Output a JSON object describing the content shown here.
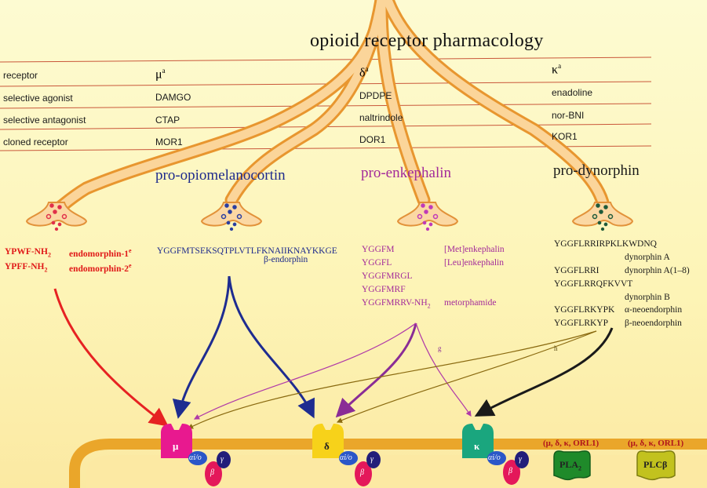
{
  "title": "opioid receptor pharmacology",
  "table": {
    "footnote_a": "a",
    "rows": [
      {
        "label": "receptor",
        "mu": "μ",
        "delta": "δ",
        "kappa": "κ"
      },
      {
        "label": "selective agonist",
        "mu": "DAMGO",
        "delta": "DPDPE",
        "kappa": "enadoline"
      },
      {
        "label": "selective antagonist",
        "mu": "CTAP",
        "delta": "naltrindole",
        "kappa": "nor-BNI"
      },
      {
        "label": "cloned receptor",
        "mu": "MOR1",
        "delta": "DOR1",
        "kappa": "KOR1"
      }
    ]
  },
  "precursors": [
    {
      "name": "pro-opiomelanocortin"
    },
    {
      "name": "pro-enkephalin"
    },
    {
      "name": "pro-dynorphin"
    }
  ],
  "endomorphins": [
    {
      "sequence": "YPWF-NH",
      "sub": "2",
      "name": "endomorphin-1",
      "footnote": "e"
    },
    {
      "sequence": "YPFF-NH",
      "sub": "2",
      "name": "endomorphin-2",
      "footnote": "e"
    }
  ],
  "pomc_peptides": [
    {
      "sequence": "YGGFMTSEKSQTPLVTLFKNAIIKNAYKKGE",
      "name": "β-endorphin"
    }
  ],
  "penk_peptides": [
    {
      "sequence": "YGGFM",
      "name": "[Met]enkephalin"
    },
    {
      "sequence": "YGGFL",
      "name": "[Leu]enkephalin"
    },
    {
      "sequence": "YGGFMRGL",
      "name": ""
    },
    {
      "sequence": "YGGFMRF",
      "name": ""
    },
    {
      "sequence": "YGGFMRRV-NH",
      "sub": "2",
      "name": "metorphamide"
    }
  ],
  "pdyn_peptides": [
    {
      "sequence": "YGGFLRRIRPKLKWDNQ",
      "name": "dynorphin A"
    },
    {
      "sequence": "YGGFLRRI",
      "name": "dynorphin A(1–8)"
    },
    {
      "sequence": "YGGFLRRQFKVVT",
      "name": "dynorphin B"
    },
    {
      "sequence": "YGGFLRKYPK",
      "name": "α-neoendorphin"
    },
    {
      "sequence": "YGGFLRKYP",
      "name": "β-neoendorphin"
    }
  ],
  "arrow_notes": {
    "g": "g",
    "h": "h"
  },
  "membrane": {
    "receptors": [
      {
        "symbol": "μ",
        "color": "#e8198f"
      },
      {
        "symbol": "δ",
        "color": "#f7d21a"
      },
      {
        "symbol": "κ",
        "color": "#1aa67e"
      }
    ],
    "gprotein": {
      "alpha": "αi/o",
      "beta": "β",
      "gamma": "γ"
    },
    "effectors": [
      {
        "receptors": "(μ, δ, κ, ORL1)",
        "name": "PLA",
        "sub": "2",
        "color": "#1f8a2a"
      },
      {
        "receptors": "(μ, δ, κ, ORL1)",
        "name": "PLCβ",
        "color": "#c2c21e"
      }
    ]
  }
}
